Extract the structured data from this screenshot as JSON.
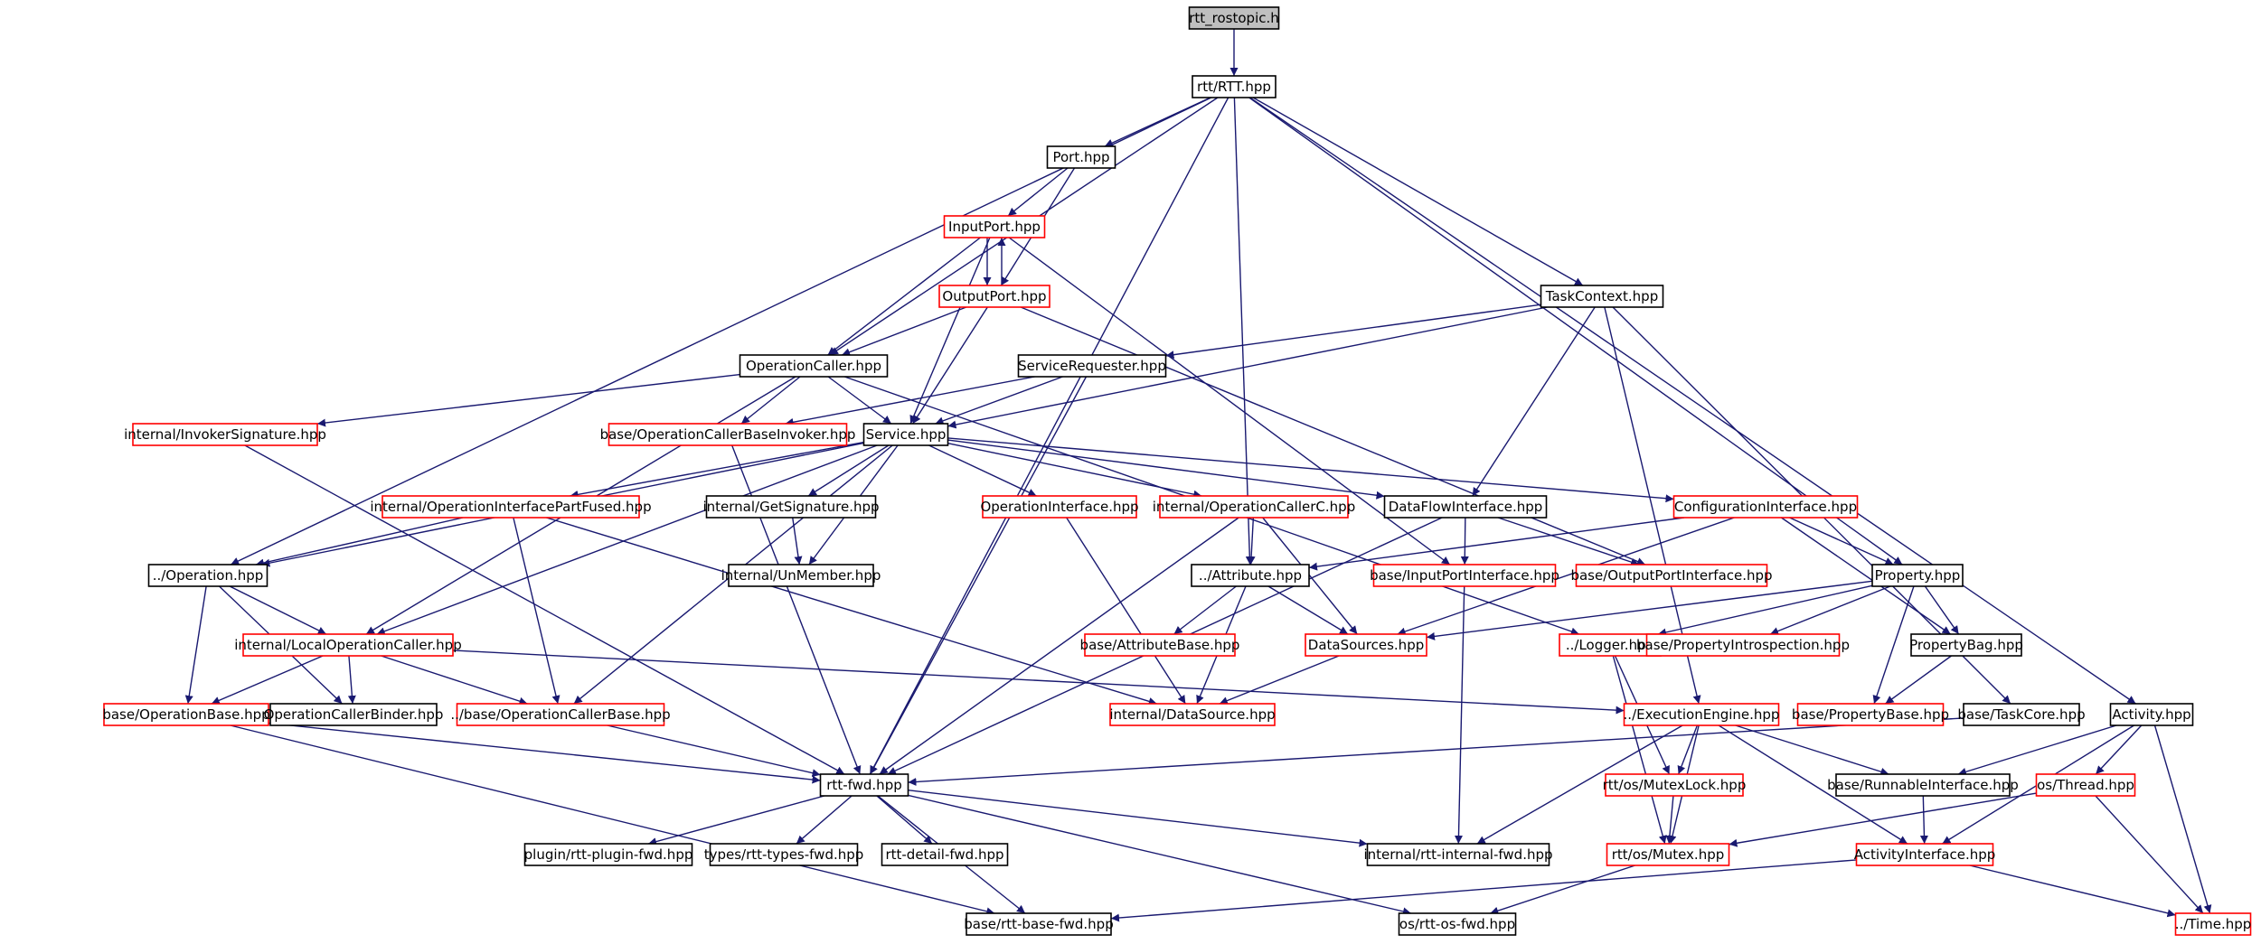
{
  "colors": {
    "edge": "#191970",
    "border_default": "#000000",
    "border_red": "#ff0000",
    "fill_root": "#bfbfbf",
    "fill_default": "#ffffff"
  },
  "nodes": [
    {
      "id": "rostopic",
      "label": "rtt_rostopic.h",
      "style": "root"
    },
    {
      "id": "rtt",
      "label": "rtt/RTT.hpp",
      "style": "black"
    },
    {
      "id": "port",
      "label": "Port.hpp",
      "style": "black"
    },
    {
      "id": "inputport",
      "label": "InputPort.hpp",
      "style": "red"
    },
    {
      "id": "outputport",
      "label": "OutputPort.hpp",
      "style": "red"
    },
    {
      "id": "taskcontext",
      "label": "TaskContext.hpp",
      "style": "black"
    },
    {
      "id": "opcaller",
      "label": "OperationCaller.hpp",
      "style": "black"
    },
    {
      "id": "servicereq",
      "label": "ServiceRequester.hpp",
      "style": "black"
    },
    {
      "id": "invokersig",
      "label": "internal/InvokerSignature.hpp",
      "style": "red"
    },
    {
      "id": "opcallerbaseinv",
      "label": "base/OperationCallerBaseInvoker.hpp",
      "style": "red"
    },
    {
      "id": "service",
      "label": "Service.hpp",
      "style": "black"
    },
    {
      "id": "opifacefused",
      "label": "internal/OperationInterfacePartFused.hpp",
      "style": "red"
    },
    {
      "id": "getsig",
      "label": "internal/GetSignature.hpp",
      "style": "black"
    },
    {
      "id": "opiface",
      "label": "OperationInterface.hpp",
      "style": "red"
    },
    {
      "id": "opcallerc",
      "label": "internal/OperationCallerC.hpp",
      "style": "red"
    },
    {
      "id": "dataflow",
      "label": "DataFlowInterface.hpp",
      "style": "black"
    },
    {
      "id": "configiface",
      "label": "ConfigurationInterface.hpp",
      "style": "red"
    },
    {
      "id": "operation",
      "label": "../Operation.hpp",
      "style": "black"
    },
    {
      "id": "unmember",
      "label": "internal/UnMember.hpp",
      "style": "black"
    },
    {
      "id": "attribute",
      "label": "../Attribute.hpp",
      "style": "black"
    },
    {
      "id": "inputportiface",
      "label": "base/InputPortInterface.hpp",
      "style": "red"
    },
    {
      "id": "outputportiface",
      "label": "base/OutputPortInterface.hpp",
      "style": "red"
    },
    {
      "id": "property",
      "label": "Property.hpp",
      "style": "black"
    },
    {
      "id": "localopcaller",
      "label": "internal/LocalOperationCaller.hpp",
      "style": "red"
    },
    {
      "id": "attributebase",
      "label": "base/AttributeBase.hpp",
      "style": "red"
    },
    {
      "id": "datasources",
      "label": "DataSources.hpp",
      "style": "red"
    },
    {
      "id": "logger",
      "label": "../Logger.hpp",
      "style": "red"
    },
    {
      "id": "propintro",
      "label": "base/PropertyIntrospection.hpp",
      "style": "red"
    },
    {
      "id": "propbag",
      "label": "PropertyBag.hpp",
      "style": "black"
    },
    {
      "id": "opbase",
      "label": "base/OperationBase.hpp",
      "style": "red"
    },
    {
      "id": "opcallerbinder",
      "label": "OperationCallerBinder.hpp",
      "style": "black"
    },
    {
      "id": "opcallerbase",
      "label": "../base/OperationCallerBase.hpp",
      "style": "red"
    },
    {
      "id": "datasource",
      "label": "internal/DataSource.hpp",
      "style": "red"
    },
    {
      "id": "execengine",
      "label": "../ExecutionEngine.hpp",
      "style": "red"
    },
    {
      "id": "propbase",
      "label": "base/PropertyBase.hpp",
      "style": "red"
    },
    {
      "id": "taskcore",
      "label": "base/TaskCore.hpp",
      "style": "black"
    },
    {
      "id": "activity",
      "label": "Activity.hpp",
      "style": "black"
    },
    {
      "id": "rttfwd",
      "label": "rtt-fwd.hpp",
      "style": "black"
    },
    {
      "id": "mutexlock",
      "label": "rtt/os/MutexLock.hpp",
      "style": "red"
    },
    {
      "id": "runnable",
      "label": "base/RunnableInterface.hpp",
      "style": "black"
    },
    {
      "id": "thread",
      "label": "os/Thread.hpp",
      "style": "red"
    },
    {
      "id": "pluginfwd",
      "label": "plugin/rtt-plugin-fwd.hpp",
      "style": "black"
    },
    {
      "id": "typesfwd",
      "label": "types/rtt-types-fwd.hpp",
      "style": "black"
    },
    {
      "id": "detailfwd",
      "label": "rtt-detail-fwd.hpp",
      "style": "black"
    },
    {
      "id": "internalfwd",
      "label": "internal/rtt-internal-fwd.hpp",
      "style": "black"
    },
    {
      "id": "mutex",
      "label": "rtt/os/Mutex.hpp",
      "style": "red"
    },
    {
      "id": "activityiface",
      "label": "ActivityInterface.hpp",
      "style": "red"
    },
    {
      "id": "basefwd",
      "label": "base/rtt-base-fwd.hpp",
      "style": "black"
    },
    {
      "id": "osfwd",
      "label": "os/rtt-os-fwd.hpp",
      "style": "black"
    },
    {
      "id": "time",
      "label": "../Time.hpp",
      "style": "red"
    }
  ],
  "edges": [
    [
      "rostopic",
      "rtt"
    ],
    [
      "rtt",
      "port"
    ],
    [
      "rtt",
      "opcaller"
    ],
    [
      "rtt",
      "taskcontext"
    ],
    [
      "rtt",
      "attribute"
    ],
    [
      "rtt",
      "property"
    ],
    [
      "rtt",
      "operation"
    ],
    [
      "rtt",
      "rttfwd"
    ],
    [
      "rtt",
      "activity"
    ],
    [
      "port",
      "inputport"
    ],
    [
      "port",
      "outputport"
    ],
    [
      "inputport",
      "outputport"
    ],
    [
      "outputport",
      "inputport"
    ],
    [
      "inputport",
      "opcaller"
    ],
    [
      "inputport",
      "service"
    ],
    [
      "inputport",
      "inputportiface"
    ],
    [
      "outputport",
      "opcaller"
    ],
    [
      "outputport",
      "service"
    ],
    [
      "outputport",
      "outputportiface"
    ],
    [
      "taskcontext",
      "servicereq"
    ],
    [
      "taskcontext",
      "service"
    ],
    [
      "taskcontext",
      "dataflow"
    ],
    [
      "taskcontext",
      "execengine"
    ],
    [
      "taskcontext",
      "taskcore"
    ],
    [
      "opcaller",
      "invokersig"
    ],
    [
      "opcaller",
      "opcallerbaseinv"
    ],
    [
      "opcaller",
      "service"
    ],
    [
      "opcaller",
      "localopcaller"
    ],
    [
      "opcaller",
      "logger"
    ],
    [
      "servicereq",
      "opcallerbaseinv"
    ],
    [
      "servicereq",
      "service"
    ],
    [
      "servicereq",
      "rttfwd"
    ],
    [
      "invokersig",
      "rttfwd"
    ],
    [
      "opcallerbaseinv",
      "rttfwd"
    ],
    [
      "service",
      "opifacefused"
    ],
    [
      "service",
      "getsig"
    ],
    [
      "service",
      "opiface"
    ],
    [
      "service",
      "opcallerc"
    ],
    [
      "service",
      "dataflow"
    ],
    [
      "service",
      "configiface"
    ],
    [
      "service",
      "operation"
    ],
    [
      "service",
      "unmember"
    ],
    [
      "service",
      "opcallerbase"
    ],
    [
      "service",
      "localopcaller"
    ],
    [
      "opifacefused",
      "operation"
    ],
    [
      "opifacefused",
      "opcallerbase"
    ],
    [
      "opifacefused",
      "datasource"
    ],
    [
      "getsig",
      "unmember"
    ],
    [
      "opiface",
      "datasource"
    ],
    [
      "opcallerc",
      "attribute"
    ],
    [
      "opcallerc",
      "datasources"
    ],
    [
      "opcallerc",
      "rttfwd"
    ],
    [
      "dataflow",
      "inputportiface"
    ],
    [
      "dataflow",
      "outputportiface"
    ],
    [
      "dataflow",
      "rttfwd"
    ],
    [
      "configiface",
      "attribute"
    ],
    [
      "configiface",
      "property"
    ],
    [
      "configiface",
      "propbag"
    ],
    [
      "configiface",
      "datasources"
    ],
    [
      "operation",
      "localopcaller"
    ],
    [
      "operation",
      "opbase"
    ],
    [
      "operation",
      "opcallerbinder"
    ],
    [
      "attribute",
      "attributebase"
    ],
    [
      "attribute",
      "datasources"
    ],
    [
      "attribute",
      "datasource"
    ],
    [
      "inputportiface",
      "internalfwd"
    ],
    [
      "property",
      "datasources"
    ],
    [
      "property",
      "logger"
    ],
    [
      "property",
      "propintro"
    ],
    [
      "property",
      "propbag"
    ],
    [
      "property",
      "propbase"
    ],
    [
      "localopcaller",
      "opbase"
    ],
    [
      "localopcaller",
      "opcallerbinder"
    ],
    [
      "localopcaller",
      "opcallerbase"
    ],
    [
      "localopcaller",
      "execengine"
    ],
    [
      "datasources",
      "datasource"
    ],
    [
      "logger",
      "mutexlock"
    ],
    [
      "logger",
      "mutex"
    ],
    [
      "propbag",
      "propbase"
    ],
    [
      "opbase",
      "rttfwd"
    ],
    [
      "opbase",
      "basefwd"
    ],
    [
      "opcallerbase",
      "rttfwd"
    ],
    [
      "execengine",
      "mutexlock"
    ],
    [
      "execengine",
      "runnable"
    ],
    [
      "execengine",
      "activityiface"
    ],
    [
      "execengine",
      "mutex"
    ],
    [
      "execengine",
      "internalfwd"
    ],
    [
      "taskcore",
      "rttfwd"
    ],
    [
      "activity",
      "runnable"
    ],
    [
      "activity",
      "thread"
    ],
    [
      "activity",
      "activityiface"
    ],
    [
      "activity",
      "time"
    ],
    [
      "rttfwd",
      "pluginfwd"
    ],
    [
      "rttfwd",
      "typesfwd"
    ],
    [
      "rttfwd",
      "detailfwd"
    ],
    [
      "rttfwd",
      "internalfwd"
    ],
    [
      "rttfwd",
      "basefwd"
    ],
    [
      "rttfwd",
      "osfwd"
    ],
    [
      "mutexlock",
      "mutex"
    ],
    [
      "runnable",
      "activityiface"
    ],
    [
      "thread",
      "mutex"
    ],
    [
      "thread",
      "time"
    ],
    [
      "mutex",
      "osfwd"
    ],
    [
      "activityiface",
      "basefwd"
    ],
    [
      "activityiface",
      "time"
    ]
  ]
}
